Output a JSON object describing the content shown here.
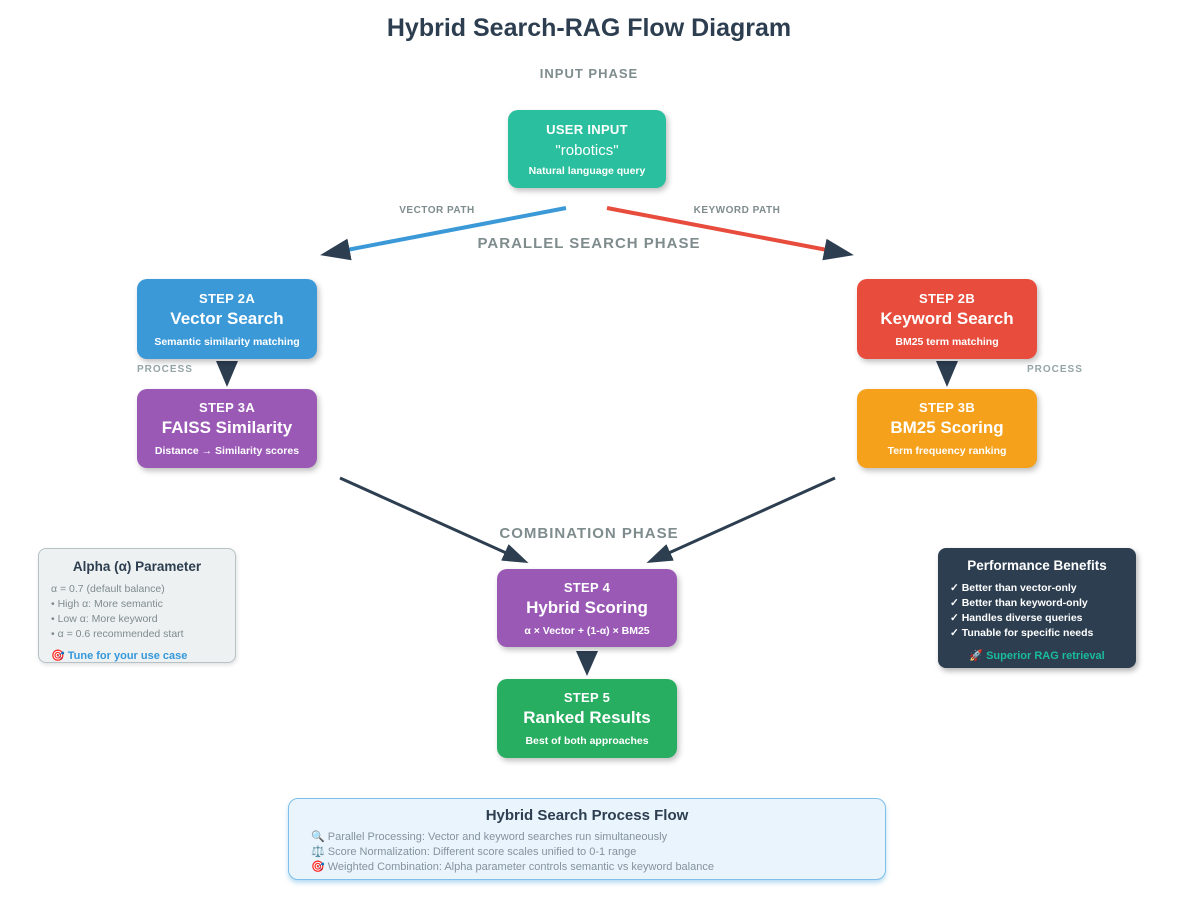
{
  "title": "Hybrid Search-RAG Flow Diagram",
  "phases": {
    "input": "INPUT PHASE",
    "parallel": "PARALLEL SEARCH PHASE",
    "combination": "COMBINATION PHASE"
  },
  "path_labels": {
    "vector": "VECTOR PATH",
    "keyword": "KEYWORD PATH",
    "process_left": "PROCESS",
    "process_right": "PROCESS"
  },
  "nodes": {
    "user_input": {
      "title": "USER INPUT",
      "query": "\"robotics\"",
      "subtitle": "Natural language query",
      "color": "#2abf9e"
    },
    "step2a": {
      "step": "STEP 2A",
      "name": "Vector Search",
      "subtitle": "Semantic similarity matching",
      "color": "#3b99d8"
    },
    "step2b": {
      "step": "STEP 2B",
      "name": "Keyword Search",
      "subtitle": "BM25 term matching",
      "color": "#e74c3c"
    },
    "step3a": {
      "step": "STEP 3A",
      "name": "FAISS Similarity",
      "subtitle": "Distance → Similarity scores",
      "color": "#9b59b6"
    },
    "step3b": {
      "step": "STEP 3B",
      "name": "BM25 Scoring",
      "subtitle": "Term frequency ranking",
      "color": "#f5a11b"
    },
    "step4": {
      "step": "STEP 4",
      "name": "Hybrid Scoring",
      "subtitle": "α × Vector + (1-α) × BM25",
      "color": "#9b59b6"
    },
    "step5": {
      "step": "STEP 5",
      "name": "Ranked Results",
      "subtitle": "Best of both approaches",
      "color": "#27ae60"
    }
  },
  "alpha_panel": {
    "title": "Alpha (α) Parameter",
    "lines": [
      "α = 0.7 (default balance)",
      "• High α: More semantic",
      "• Low α: More keyword",
      "• α = 0.6 recommended start"
    ],
    "highlight": "🎯 Tune for your use case",
    "highlight_color": "#3498db"
  },
  "benefits_panel": {
    "title": "Performance Benefits",
    "lines": [
      "✓ Better than vector-only",
      "✓ Better than keyword-only",
      "✓ Handles diverse queries",
      "✓ Tunable for specific needs"
    ],
    "highlight": "🚀 Superior RAG retrieval",
    "highlight_color": "#1abc9c"
  },
  "process_flow_panel": {
    "title": "Hybrid Search Process Flow",
    "lines": [
      "🔍 Parallel Processing: Vector and keyword searches run simultaneously",
      "⚖️ Score Normalization: Different score scales unified to 0-1 range",
      "🎯 Weighted Combination: Alpha parameter controls semantic vs keyword balance"
    ]
  },
  "colors": {
    "title_text": "#2c3e50",
    "phase_text": "#7f8c8d",
    "vector_path_line": "#3b99d8",
    "keyword_path_line": "#e74c3c",
    "arrow_dark": "#2c3e50",
    "benefits_bg": "#2c3e50",
    "alpha_bg": "#eef1f2",
    "process_panel_bg": "#eaf4fc",
    "process_panel_border": "#7fc0e8"
  }
}
